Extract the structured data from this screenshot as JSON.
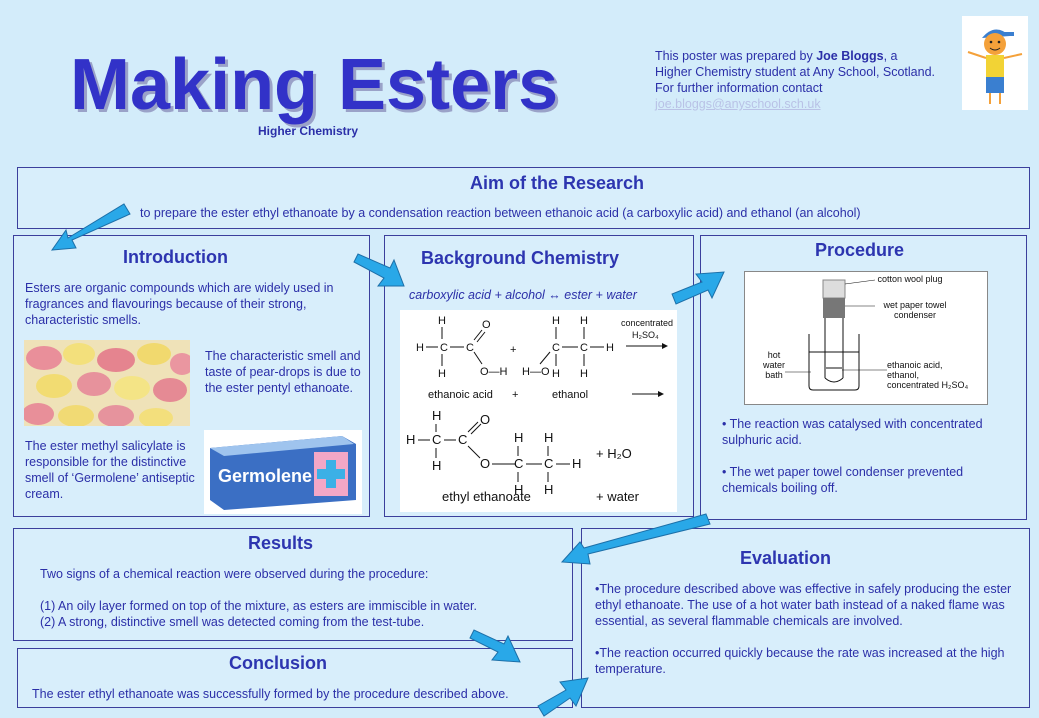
{
  "header": {
    "title": "Making Esters",
    "subtitle": "Higher Chemistry",
    "author_line1_prefix": "This poster was prepared by ",
    "author_name": "Joe Bloggs",
    "author_line1_suffix": ",  a",
    "author_line2": "Higher Chemistry student at Any School, Scotland.",
    "author_line3": "For further information contact",
    "email": "joe.bloggs@anyschool.sch.uk"
  },
  "aim": {
    "title": "Aim of the Research",
    "text": "to prepare the ester ethyl ethanoate by a condensation reaction between ethanoic acid (a carboxylic acid) and ethanol (an alcohol)"
  },
  "introduction": {
    "title": "Introduction",
    "para1": "Esters are organic compounds which are widely used in fragrances and flavourings because of their strong, characteristic smells.",
    "para2": "The characteristic smell and taste of pear-drops is due to the ester pentyl ethanoate.",
    "para3": "The ester methyl salicylate is responsible for the distinctive smell of ‘Germolene’ antiseptic cream.",
    "product_label": "Germolene"
  },
  "background": {
    "title": "Background Chemistry",
    "equation": "carboxylic acid + alcohol ↔ ester + water",
    "reactant1": "ethanoic acid",
    "plus1": "+",
    "reactant2": "ethanol",
    "catalyst_line1": "concentrated",
    "catalyst_line2": "H₂SO₄",
    "product1": "ethyl ethanoate",
    "product2": "+ water",
    "water": "+ H₂O"
  },
  "procedure": {
    "title": "Procedure",
    "label_plug": "cotton wool plug",
    "label_condenser": "wet paper towel condenser",
    "label_bath": "hot water bath",
    "label_mix_1": "ethanoic acid,",
    "label_mix_2": "ethanol,",
    "label_mix_3": "concentrated H₂SO₄",
    "bullet1": "• The reaction was catalysed with concentrated sulphuric acid.",
    "bullet2": "• The wet paper towel condenser prevented chemicals boiling off."
  },
  "results": {
    "title": "Results",
    "intro": "Two signs of a chemical reaction were  observed during the procedure:",
    "item1": "(1)  An oily layer formed on top of the mixture, as esters are immiscible in water.",
    "item2": "(2)  A strong, distinctive smell was detected coming from the test-tube."
  },
  "evaluation": {
    "title": "Evaluation",
    "para1": "•The procedure described above was effective in safely producing the ester ethyl ethanoate. The use of a hot water bath instead of a naked flame was essential, as several flammable chemicals are involved.",
    "para2": "•The reaction occurred quickly because the rate was increased at the high temperature."
  },
  "conclusion": {
    "title": "Conclusion",
    "text": "The ester ethyl ethanoate was successfully formed by the procedure described above."
  },
  "colors": {
    "background": "#d3ecfa",
    "title": "#3232c8",
    "arrow": "#29a8e8",
    "border": "#3b3f9c"
  }
}
